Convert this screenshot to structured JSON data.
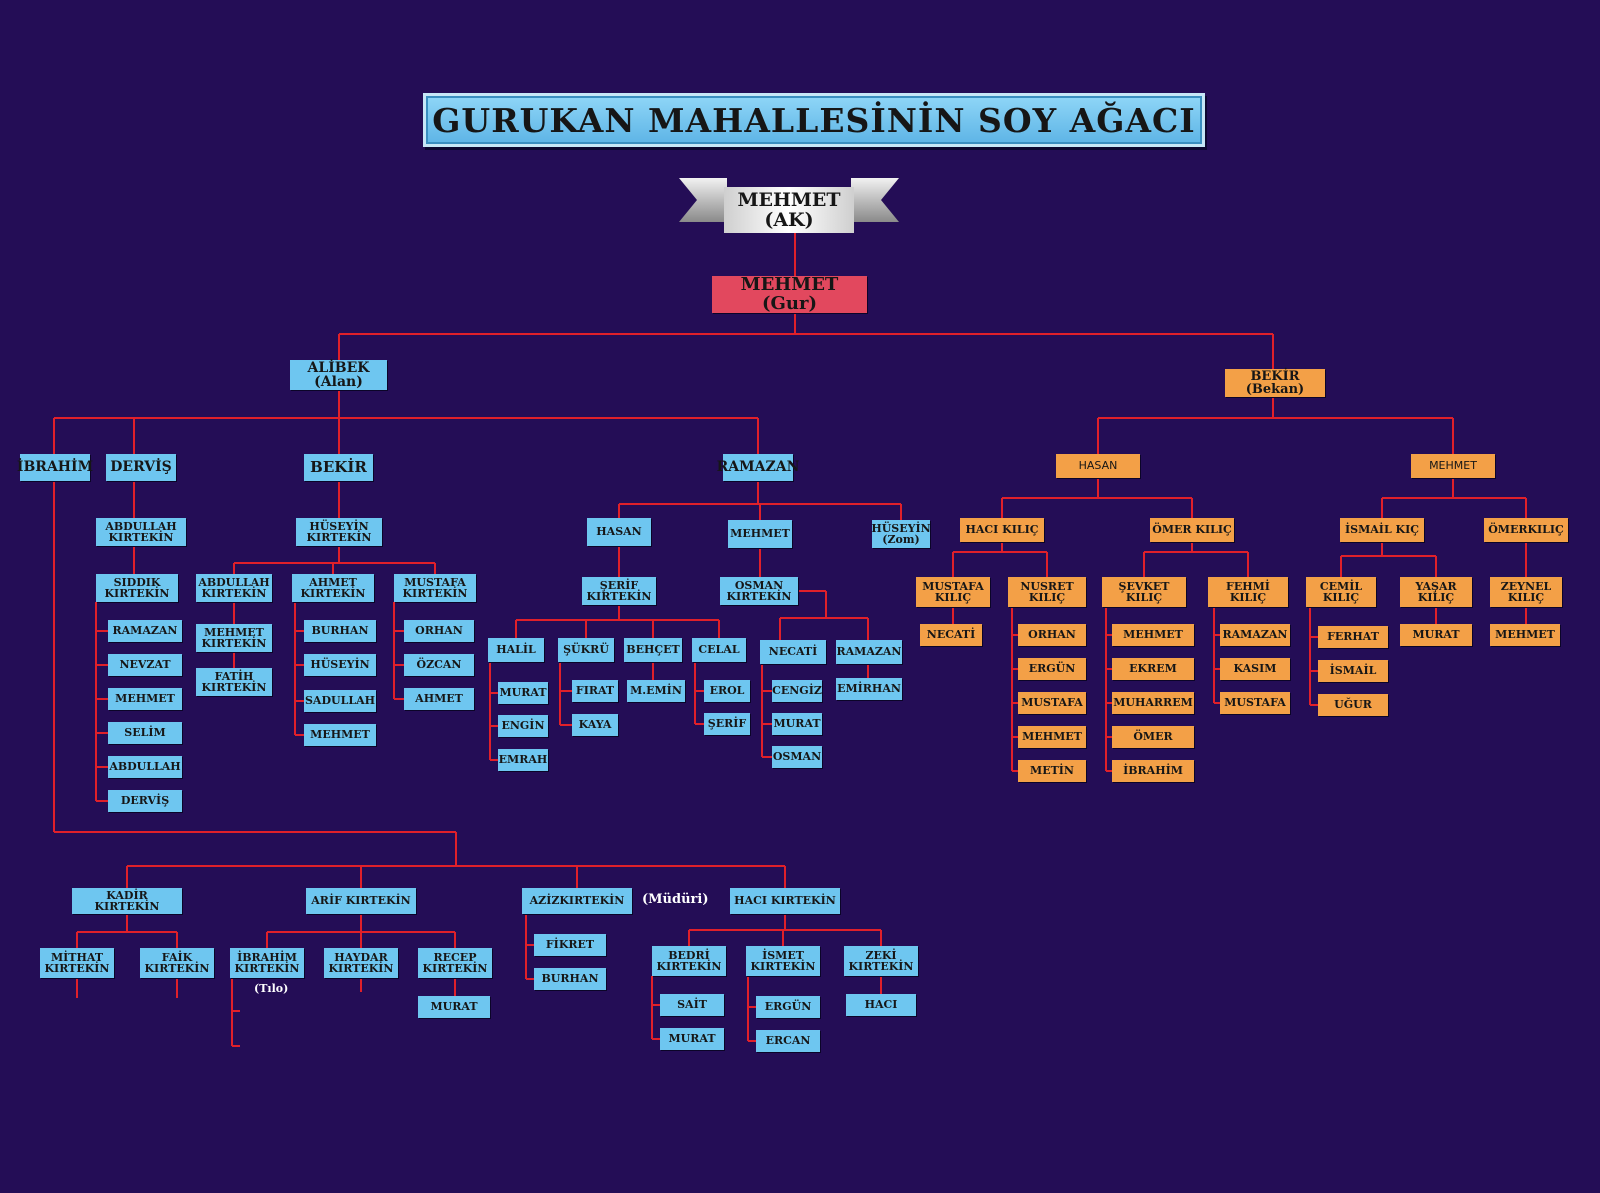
{
  "title": "GURUKAN MAHALLESİNİN SOY AĞACI",
  "root": {
    "line1": "MEHMET",
    "line2": "(AK)"
  },
  "nodes": {
    "gur": "MEHMET (Gur)",
    "alibek": "ALİBEK\n(Alan)",
    "bekir_bekan": "BEKİR\n(Bekan)",
    "ibrahim": "İBRAHİM",
    "dervis": "DERVİŞ",
    "bekir": "BEKİR",
    "ramazan": "RAMAZAN",
    "abdullah_k": "ABDULLAH\nKIRTEKİN",
    "siddik_k": "SIDDIK\nKIRTEKİN",
    "sk_ramazan": "RAMAZAN",
    "sk_nevzat": "NEVZAT",
    "sk_mehmet": "MEHMET",
    "sk_selim": "SELİM",
    "sk_abdullah": "ABDULLAH",
    "sk_dervis": "DERVİŞ",
    "huseyin_k": "HÜSEYİN\nKIRTEKİN",
    "abdullah_k2": "ABDULLAH\nKIRTEKİN",
    "ahmet_k": "AHMET\nKIRTEKİN",
    "mustafa_k": "MUSTAFA\nKIRTEKİN",
    "mehmet_k": "MEHMET\nKIRTEKİN",
    "fatih_k": "FATİH\nKIRTEKİN",
    "ak_burhan": "BURHAN",
    "ak_huseyin": "HÜSEYİN",
    "ak_sadullah": "SADULLAH",
    "ak_mehmet": "MEHMET",
    "mk_orhan": "ORHAN",
    "mk_ozcan": "ÖZCAN",
    "mk_ahmet": "AHMET",
    "r_hasan": "HASAN",
    "r_mehmet": "MEHMET",
    "r_huseyin": "HÜSEYİN\n(Zom)",
    "serif_k": "ŞERİF\nKIRTEKİN",
    "osman_k": "OSMAN\nKIRTEKİN",
    "halil": "HALİL",
    "sukru": "ŞÜKRÜ",
    "behcet": "BEHÇET",
    "celal": "CELAL",
    "h_murat": "MURAT",
    "h_engin": "ENGİN",
    "h_emrah": "EMRAH",
    "s_firat": "FIRAT",
    "s_kaya": "KAYA",
    "b_memin": "M.EMİN",
    "c_erol": "EROL",
    "c_serif": "ŞERİF",
    "necati": "NECATİ",
    "o_ramazan": "RAMAZAN",
    "n_cengiz": "CENGİZ",
    "n_murat": "MURAT",
    "n_osman": "OSMAN",
    "r_emirhan": "EMİRHAN",
    "kadir_k": "KADİR KIRTEKİN",
    "arif_k": "ARİF KIRTEKİN",
    "aziz_k": "AZİZKIRTEKİN",
    "haci_k": "HACI KIRTEKİN",
    "mithat_k": "MİTHAT\nKIRTEKİN",
    "faik_k": "FAİK\nKIRTEKİN",
    "ibrahim_k": "İBRAHİM\nKIRTEKİN",
    "haydar_k": "HAYDAR\nKIRTEKİN",
    "recep_k": "RECEP\nKIRTEKİN",
    "recep_murat": "MURAT",
    "fikret": "FİKRET",
    "burhan2": "BURHAN",
    "bedri_k": "BEDRİ\nKIRTEKİN",
    "ismet_k": "İSMET\nKIRTEKİN",
    "zeki_k": "ZEKİ\nKIRTEKİN",
    "sait": "SAİT",
    "bd_murat": "MURAT",
    "ergun2": "ERGÜN",
    "ercan": "ERCAN",
    "haci": "HACI",
    "b_hasan": "HASAN",
    "b_mehmet": "MEHMET",
    "haci_kilic": "HACI KILIÇ",
    "omer_kilic": "ÖMER KILIÇ",
    "ismail_kic": "İSMAİL KIÇ",
    "omer_kilic2": "ÖMERKILIÇ",
    "mustafa_kilic": "MUSTAFA\nKILIÇ",
    "nusret_kilic": "NUSRET\nKILIÇ",
    "sevket_kilic": "ŞEVKET\nKILIÇ",
    "fehmi_kilic": "FEHMİ\nKILIÇ",
    "cemil_kilic": "CEMİL\nKILIÇ",
    "yasar_kilic": "YAŞAR\nKILIÇ",
    "zeynel_kilic": "ZEYNEL\nKILIÇ",
    "o_necati": "NECATİ",
    "n_orhan": "ORHAN",
    "n_ergun": "ERGÜN",
    "n_mustafa": "MUSTAFA",
    "n_mehmet": "MEHMET",
    "n_metin": "METİN",
    "sv_mehmet": "MEHMET",
    "sv_ekrem": "EKREM",
    "sv_muharrem": "MUHARREM",
    "sv_omer": "ÖMER",
    "sv_ibrahim": "İBRAHİM",
    "f_ramazan": "RAMAZAN",
    "f_kasim": "KASIM",
    "f_mustafa": "MUSTAFA",
    "c_ferhat": "FERHAT",
    "c_ismail": "İSMAİL",
    "c_ugur": "UĞUR",
    "y_murat": "MURAT",
    "z_mehmet": "MEHMET"
  },
  "notes": {
    "tilo": "(Tılo)",
    "muduri": "(Müdüri)"
  },
  "colors": {
    "background": "#240d56",
    "line": "#e0202a",
    "blue_box": "#6ec6f0",
    "orange_box": "#f3a047",
    "red_box": "#e2485e"
  }
}
